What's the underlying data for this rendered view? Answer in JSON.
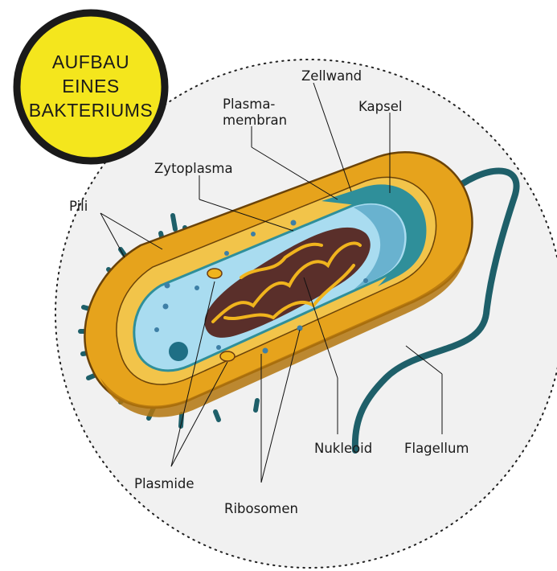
{
  "title_badge": {
    "lines": [
      "AUFBAU",
      "EINES",
      "BAKTERIUMS"
    ]
  },
  "labels": {
    "zellwand": "Zellwand",
    "plasmamembran_1": "Plasma-",
    "plasmamembran_2": "membran",
    "kapsel": "Kapsel",
    "zytoplasma": "Zytoplasma",
    "pili": "Pili",
    "nukleoid": "Nukleoid",
    "flagellum": "Flagellum",
    "plasmide": "Plasmide",
    "ribosomen": "Ribosomen"
  },
  "colors": {
    "badge_fill": "#f4e61d",
    "badge_stroke": "#1a1a1a",
    "capsule": "#e6a31c",
    "capsule_dark": "#b3760e",
    "cell_wall": "#f2c44a",
    "membrane": "#2f8f9a",
    "cytoplasm": "#a9dcf0",
    "nucleoid": "#5a2f2a",
    "dna": "#f0b41d",
    "flagellum": "#1e5f69",
    "pili": "#1e5f69"
  }
}
